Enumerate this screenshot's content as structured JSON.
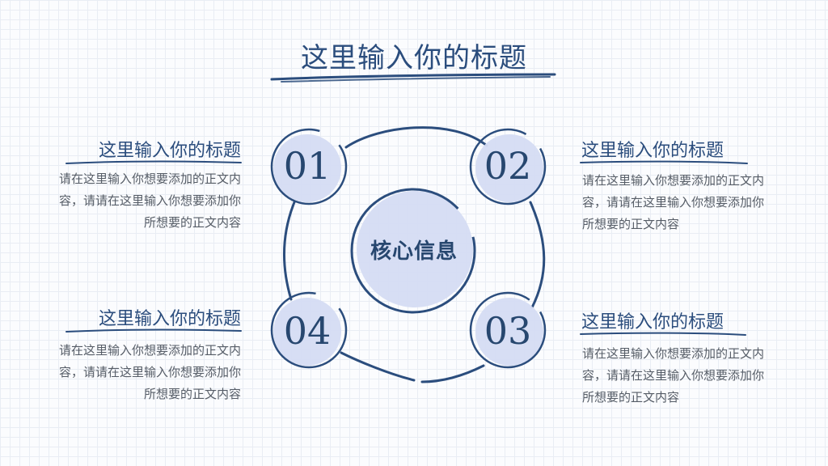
{
  "slide": {
    "title": "这里输入你的标题",
    "core": "核心信息",
    "items": [
      {
        "number": "01",
        "title": "这里输入你的标题",
        "body": "请在这里输入你想要添加的正文内容，请请在这里输入你想要添加你所想要的正文内容"
      },
      {
        "number": "02",
        "title": "这里输入你的标题",
        "body": "请在这里输入你想要添加的正文内容，请请在这里输入你想要添加你所想要的正文内容"
      },
      {
        "number": "03",
        "title": "这里输入你的标题",
        "body": "请在这里输入你想要添加的正文内容，请请在这里输入你想要添加你所想要的正文内容"
      },
      {
        "number": "04",
        "title": "这里输入你的标题",
        "body": "请在这里输入你想要添加的正文内容，请请在这里输入你想要添加你所想要的正文内容"
      }
    ]
  },
  "colors": {
    "accent": "#2b4d7d",
    "fill": "#d5dcf3",
    "text": "#555c66"
  }
}
